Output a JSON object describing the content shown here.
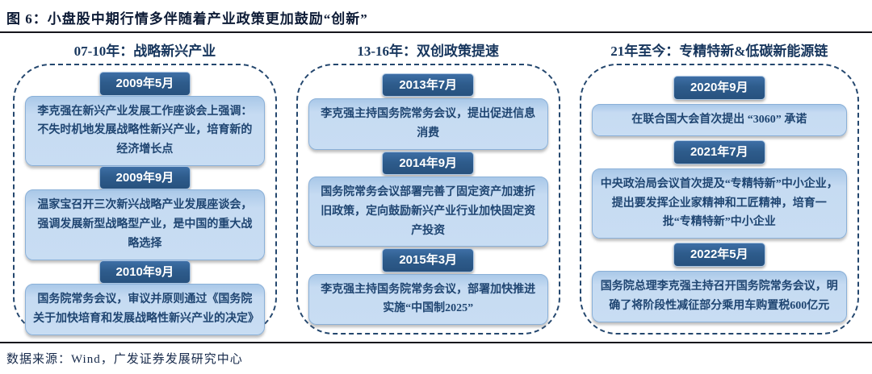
{
  "figure": {
    "title": "图 6：小盘股中期行情多伴随着产业政策更加鼓励“创新”",
    "source": "数据来源：Wind，广发证券发展研究中心"
  },
  "colors": {
    "badge_bg": "#2e5c8c",
    "event_box_bg": "#c6dbf2",
    "dashed_border": "#24476e",
    "text_navy": "#1f4571",
    "header_navy": "#17365d"
  },
  "columns": [
    {
      "header": "07-10年：战略新兴产业",
      "items": [
        {
          "date": "2009年5月",
          "text": "李克强在新兴产业发展工作座谈会上强调：不失时机地发展战略性新兴产业，培育新的经济增长点"
        },
        {
          "date": "2009年9月",
          "text": "温家宝召开三次新兴战略产业发展座谈会，强调发展新型战略型产业，是中国的重大战略选择"
        },
        {
          "date": "2010年9月",
          "text": "国务院常务会议，审议并原则通过《国务院关于加快培育和发展战略性新兴产业的决定》"
        }
      ]
    },
    {
      "header": "13-16年：双创政策提速",
      "items": [
        {
          "date": "2013年7月",
          "text": "李克强主持国务院常务会议，提出促进信息消费"
        },
        {
          "date": "2014年9月",
          "text": "国务院常务会议部署完善了固定资产加速折旧政策，定向鼓励新兴产业行业加快固定资产投资"
        },
        {
          "date": "2015年3月",
          "text": "李克强主持国务院常务会议，部署加快推进实施“中国制2025”"
        }
      ]
    },
    {
      "header": "21年至今：专精特新&低碳新能源链",
      "items": [
        {
          "date": "2020年9月",
          "text": "在联合国大会首次提出 “3060” 承诺"
        },
        {
          "date": "2021年7月",
          "text": "中央政治局会议首次提及“专精特新”中小企业，提出要发挥企业家精神和工匠精神，培育一批“专精特新”中小企业"
        },
        {
          "date": "2022年5月",
          "text": "国务院总理李克强主持召开国务院常务会议，明确了将阶段性减征部分乘用车购置税600亿元"
        }
      ]
    }
  ]
}
